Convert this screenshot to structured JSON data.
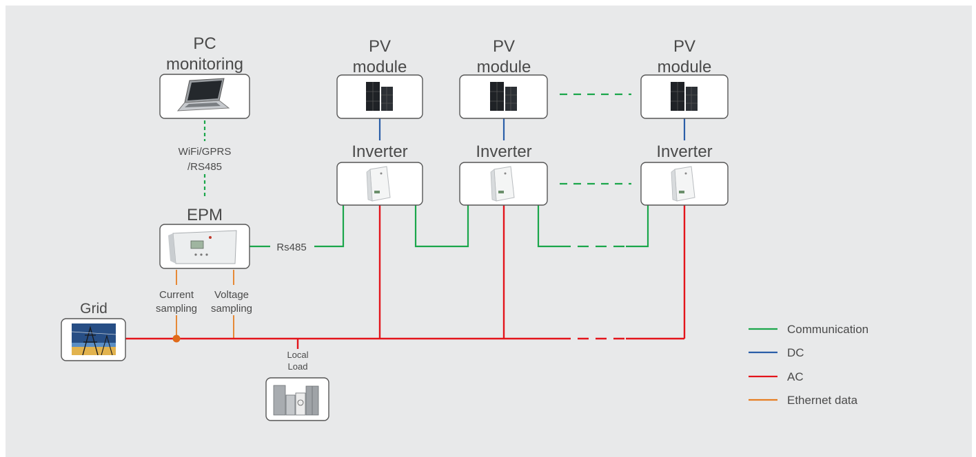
{
  "nodes": {
    "pc": {
      "title_line1": "PC",
      "title_line2": "monitoring"
    },
    "epm": {
      "title": "EPM"
    },
    "grid": {
      "title": "Grid"
    },
    "load": {
      "title_line1": "Local",
      "title_line2": "Load"
    },
    "pv1": {
      "title_line1": "PV",
      "title_line2": "module"
    },
    "pv2": {
      "title_line1": "PV",
      "title_line2": "module"
    },
    "pv3": {
      "title_line1": "PV",
      "title_line2": "module"
    },
    "inv1": {
      "title": "Inverter"
    },
    "inv2": {
      "title": "Inverter"
    },
    "inv3": {
      "title": "Inverter"
    }
  },
  "labels": {
    "wifi_line1": "WiFi/GPRS",
    "wifi_line2": "/RS485",
    "rs485": "Rs485",
    "current_line1": "Current",
    "current_line2": "sampling",
    "voltage_line1": "Voltage",
    "voltage_line2": "sampling"
  },
  "legend": [
    {
      "label": "Communication",
      "color": "#1aa64a"
    },
    {
      "label": "DC",
      "color": "#2a5ea8"
    },
    {
      "label": "AC",
      "color": "#e3141b"
    },
    {
      "label": "Ethernet data",
      "color": "#e67e22"
    }
  ],
  "colors": {
    "communication": "#1aa64a",
    "dc": "#2a5ea8",
    "ac": "#e3141b",
    "ethernet": "#e67e22",
    "junction": "#e06a1a"
  }
}
